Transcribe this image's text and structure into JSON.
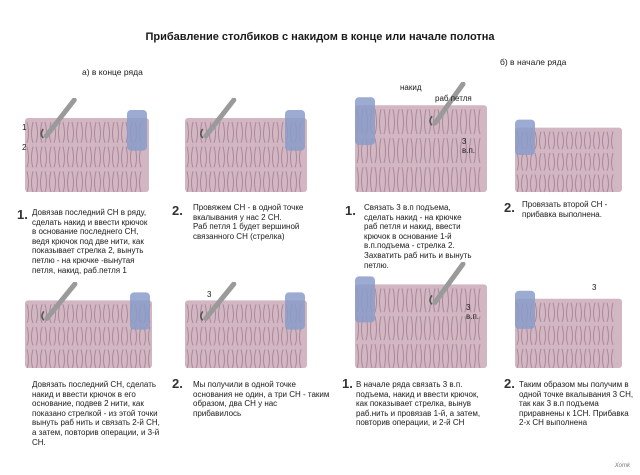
{
  "title": "Прибавление столбиков с накидом в конце или начале полотна",
  "sections": {
    "end": "а) в конце ряда",
    "start": "б) в начале ряда"
  },
  "labels": {
    "nakid": "накид",
    "rab_petlya": "раб петля",
    "three_vp_1": "3\nв.п.",
    "three_vp_2": "3\nв.п.",
    "arrow1_a": "1",
    "arrow1_b": "2",
    "three_top": "3",
    "three_right": "3"
  },
  "steps": [
    {
      "num": "1.",
      "text": "Довязав последний СН в ряду,\nсделать накид и ввести крючок\nв основание последнего СН,\nведя крючок под две нити, как\nпоказывает стрелка 2, вынуть\nпетлю - на крючке -вынутая\nпетля, накид, раб.петля  1"
    },
    {
      "num": "2.",
      "text": "Провяжем СН - в одной точке\nвкалывания у нас 2 СН.\nРаб петля 1 будет вершиной\nсвязанного СН (стрелка)"
    },
    {
      "num": "1.",
      "text": "Связать 3 в.п подъема,\nсделать накид - на крючке\nраб петля и накид, ввести\nкрючок в основание 1-й\nв.п.подъема - стрелка 2.\nЗахватить раб нить и вынуть\nпетлю."
    },
    {
      "num": "2.",
      "text": "Провязать второй СН -\nприбавка выполнена."
    },
    {
      "num": "",
      "text": "Довязать последний СН, сделать\nнакид и ввести крючок в его\nоснование, подвев 2 нити, как\nпоказано стрелкой - из этой точки\nвынуть раб нить и связать 2-й СН,\nа затем, повторив операции, и 3-й\nСН."
    },
    {
      "num": "2.",
      "text": "Мы получили в одной точке\nоснования не один, а три СН - таким\nобразом, два СН у нас\nприбавилось"
    },
    {
      "num": "1.",
      "text": "В начале ряда связать 3 в.п.\nподъема, накид и ввести крючок,\nкак показывает стрелка, вынув\nраб.нить и провязав 1-й, а затем,\nповторив операции, и 2-й СН"
    },
    {
      "num": "2.",
      "text": "Таким образом мы получим в\nодной точке вкалывания 3 СН,\nтак как 3 в.п подъема\nприравнены к 1СН.  Прибавка\n2-х СН выполнена"
    }
  ],
  "signature": "Хоmk",
  "colors": {
    "fabric": "#d2b6c2",
    "fabric_dark": "#a9899a",
    "yarn_blue": "#8a9cc9",
    "hook": "#9a9a9a"
  }
}
